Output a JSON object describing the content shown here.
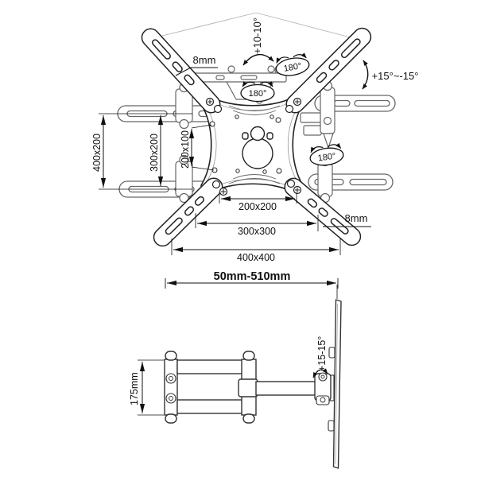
{
  "page": {
    "background": "#ffffff",
    "line_color": "#222222",
    "secondary_line_color": "#666666",
    "dimension_color": "#111111",
    "guide_line_color": "#b3b3b3"
  },
  "front_view": {
    "description": "Front view of articulating TV wall mount with X-shaped VESA plate and four slotted arms",
    "labels": {
      "swivel_range": "+10-10°",
      "rotation_top": "180°",
      "rotation_center": "180°",
      "rotation_right": "180°",
      "hole_size_left": "8mm",
      "hole_size_right": "8mm",
      "tilt_range": "+15°~-15°"
    },
    "vesa_vertical": [
      "400x200",
      "300x200",
      "200x100"
    ],
    "vesa_horizontal": [
      "200x200",
      "300x300",
      "400x400"
    ]
  },
  "side_view": {
    "description": "Side view of wall bracket with dual articulating arms and tilting TV plate",
    "labels": {
      "extension_range": "50mm-510mm",
      "height": "175mm",
      "tilt_range": "+15-15°"
    }
  }
}
